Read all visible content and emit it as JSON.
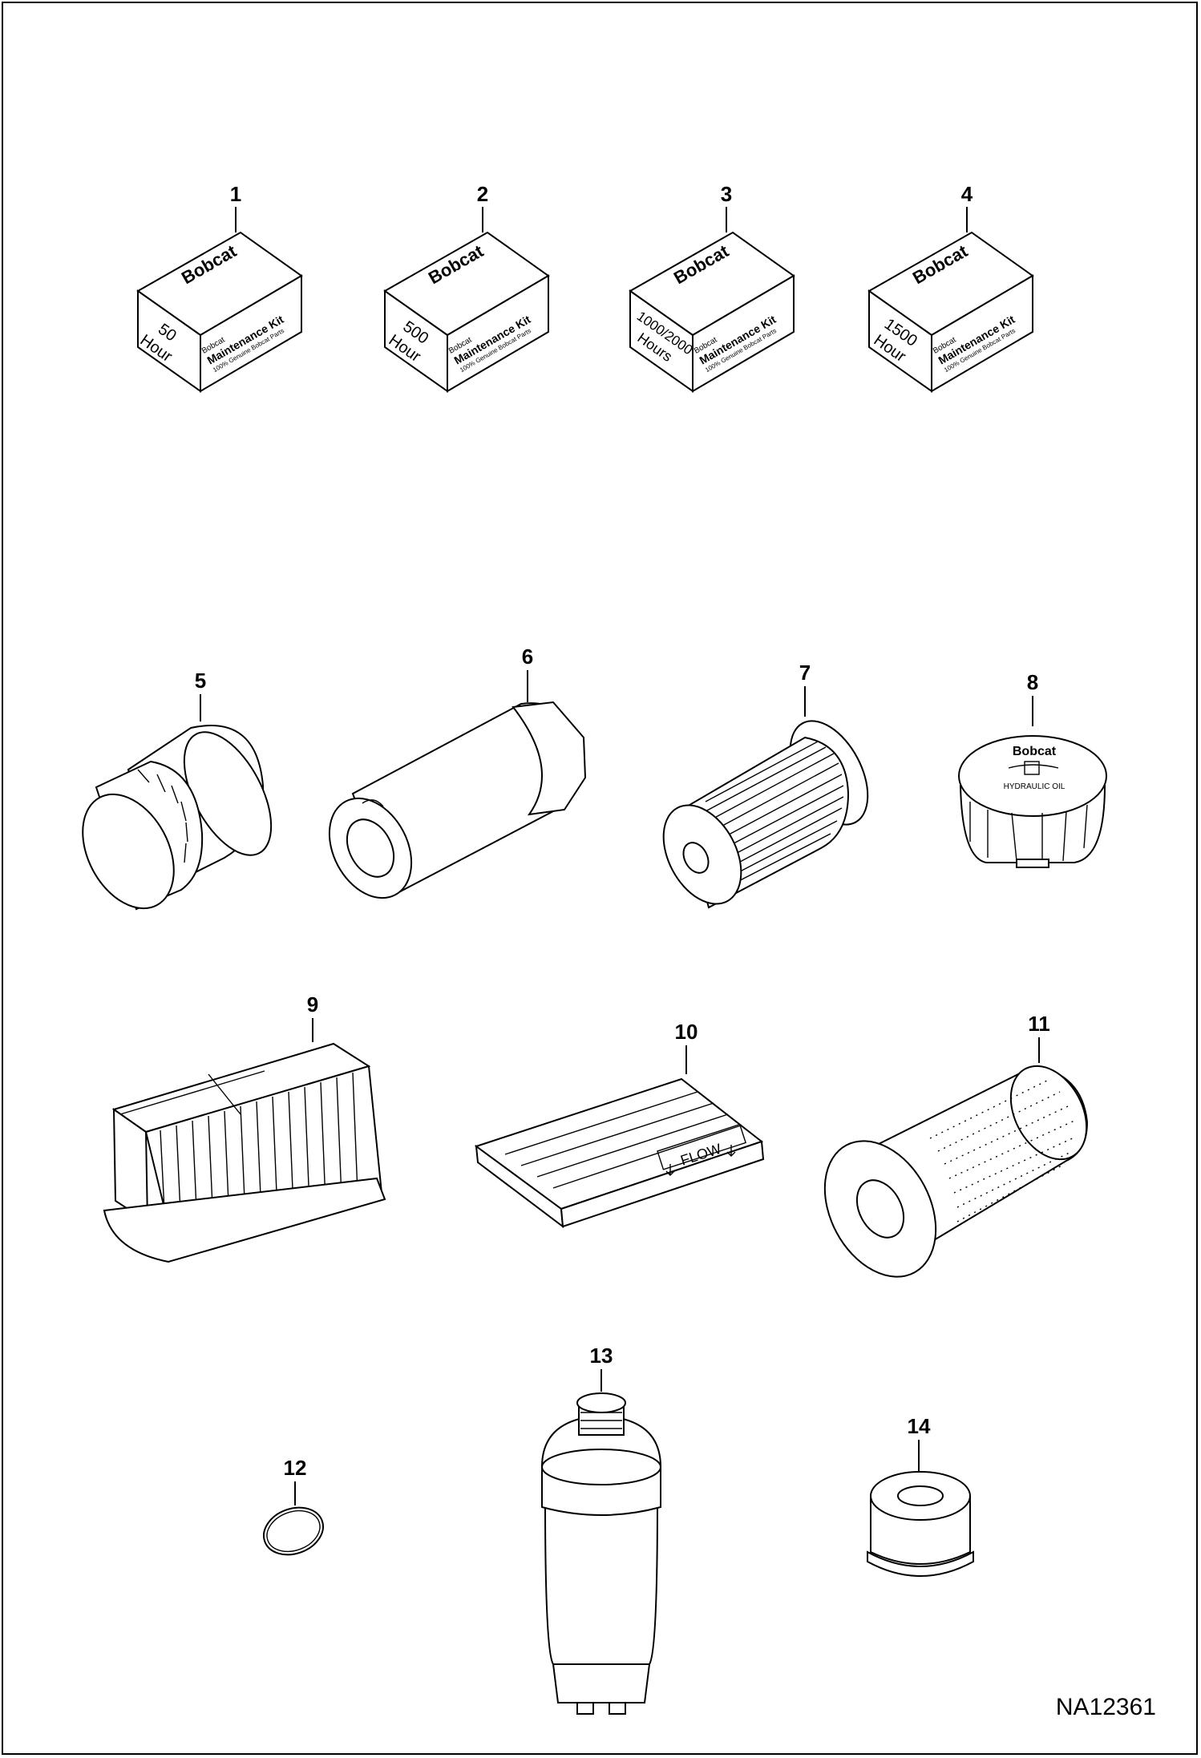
{
  "drawing_number": "NA12361",
  "callouts": [
    "1",
    "2",
    "3",
    "4",
    "5",
    "6",
    "7",
    "8",
    "9",
    "10",
    "11",
    "12",
    "13",
    "14"
  ],
  "kits": [
    {
      "brand": "Bobcat",
      "hours_line1": "50",
      "hours_line2": "Hour",
      "kit_label": "Maintenance Kit",
      "kit_sub": "100% Genuine Bobcat Parts",
      "small_brand": "Bobcat"
    },
    {
      "brand": "Bobcat",
      "hours_line1": "500",
      "hours_line2": "Hour",
      "kit_label": "Maintenance Kit",
      "kit_sub": "100% Genuine Bobcat Parts",
      "small_brand": "Bobcat"
    },
    {
      "brand": "Bobcat",
      "hours_line1": "1000/2000",
      "hours_line2": "Hours",
      "kit_label": "Maintenance Kit",
      "kit_sub": "100% Genuine Bobcat Parts",
      "small_brand": "Bobcat"
    },
    {
      "brand": "Bobcat",
      "hours_line1": "1500",
      "hours_line2": "Hour",
      "kit_label": "Maintenance Kit",
      "kit_sub": "100% Genuine Bobcat Parts",
      "small_brand": "Bobcat"
    }
  ],
  "cap": {
    "brand": "Bobcat",
    "label": "HYDRAULIC OIL"
  },
  "flow_label": "FLOW"
}
